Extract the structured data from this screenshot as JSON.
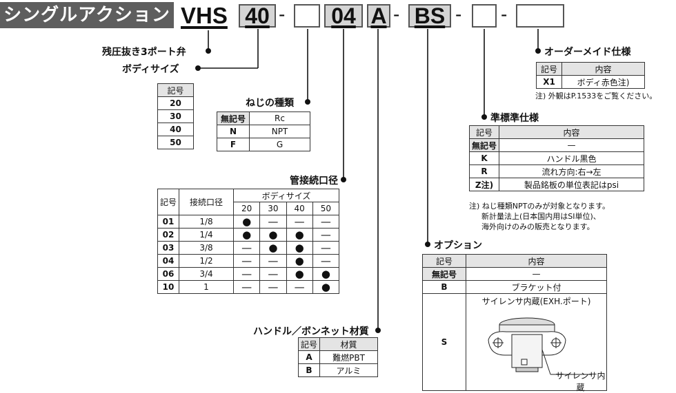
{
  "header": {
    "badge": "シングルアクション",
    "prefix": "VHS",
    "size_box": "40",
    "sep": "-",
    "port_box": "04",
    "handle_box": "A",
    "std_box": "BS"
  },
  "labels": {
    "residual": "残圧抜き3ポート弁",
    "body_size": "ボディサイズ",
    "thread": "ねじの種類",
    "port": "管接続口径",
    "handle": "ハンドル／ボンネット材質",
    "order_made": "オーダーメイド仕様",
    "semi_std": "準標準仕様",
    "option": "オプション"
  },
  "body_size_table": {
    "header": "記号",
    "rows": [
      "20",
      "30",
      "40",
      "50"
    ]
  },
  "thread_table": {
    "rows": [
      [
        "無記号",
        "Rc"
      ],
      [
        "N",
        "NPT"
      ],
      [
        "F",
        "G"
      ]
    ]
  },
  "port_table": {
    "h_code": "記号",
    "h_port": "接続口径",
    "h_body": "ボディサイズ",
    "sizes": [
      "20",
      "30",
      "40",
      "50"
    ],
    "rows": [
      [
        "01",
        "1/8",
        "●",
        "—",
        "—",
        "—"
      ],
      [
        "02",
        "1/4",
        "●",
        "●",
        "●",
        "—"
      ],
      [
        "03",
        "3/8",
        "—",
        "●",
        "●",
        "—"
      ],
      [
        "04",
        "1/2",
        "—",
        "—",
        "●",
        "—"
      ],
      [
        "06",
        "3/4",
        "—",
        "—",
        "●",
        "●"
      ],
      [
        "10",
        "1",
        "—",
        "—",
        "—",
        "●"
      ]
    ]
  },
  "handle_table": {
    "h_code": "記号",
    "h_mat": "材質",
    "rows": [
      [
        "A",
        "難燃PBT"
      ],
      [
        "B",
        "アルミ"
      ]
    ]
  },
  "order_table": {
    "h_code": "記号",
    "h_content": "内容",
    "rows": [
      [
        "X1",
        "ボディ赤色注)"
      ]
    ],
    "note": "注) 外観はP.1533をご覧ください。"
  },
  "semi_table": {
    "h_code": "記号",
    "h_content": "内容",
    "rows": [
      [
        "無記号",
        "—"
      ],
      [
        "K",
        "ハンドル黒色"
      ],
      [
        "R",
        "流れ方向:右→左"
      ],
      [
        "Z注)",
        "製品銘板の単位表記はpsi"
      ]
    ],
    "note1": "注) ねじ種類NPTのみが対象となります。",
    "note2": "新計量法上(日本国内用はSI単位)、",
    "note3": "海外向けのみの販売となります。"
  },
  "option_table": {
    "h_code": "記号",
    "h_content": "内容",
    "rows": [
      [
        "無記号",
        "—"
      ],
      [
        "B",
        "ブラケット付"
      ]
    ],
    "s_code": "S",
    "s_content": "サイレンサ内蔵(EXH.ポート)",
    "s_callout": "サイレンサ内蔵"
  }
}
